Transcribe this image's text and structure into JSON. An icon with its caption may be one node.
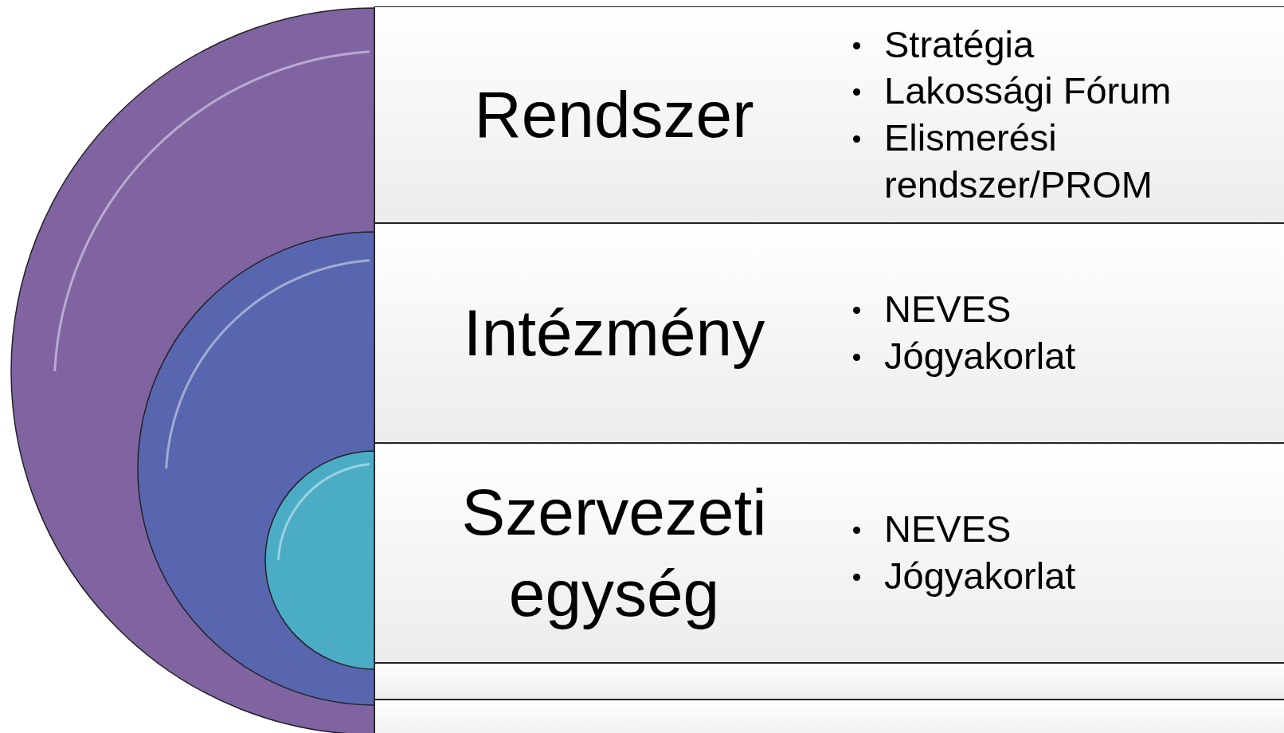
{
  "diagram": {
    "nodes": [
      {
        "text": [],
        "shape": "semicircle"
      },
      {
        "text": [],
        "shape": "semicircle",
        "in": 0
      },
      {
        "text": [],
        "shape": "semicircle",
        "in": 1
      },
      {
        "text": [
          "Rendszer",
          "Stratégia",
          "Lakossági Fórum",
          "Elismerési rendszer/PROM"
        ]
      },
      {
        "text": [
          "Intézmény",
          "NEVES",
          "Jógyakorlat"
        ]
      },
      {
        "text": [
          "Szervezeti egység",
          "NEVES",
          "Jógyakorlat"
        ]
      },
      {
        "text": [],
        "shape": "box"
      },
      {
        "text": [],
        "shape": "box"
      }
    ],
    "edges": []
  }
}
